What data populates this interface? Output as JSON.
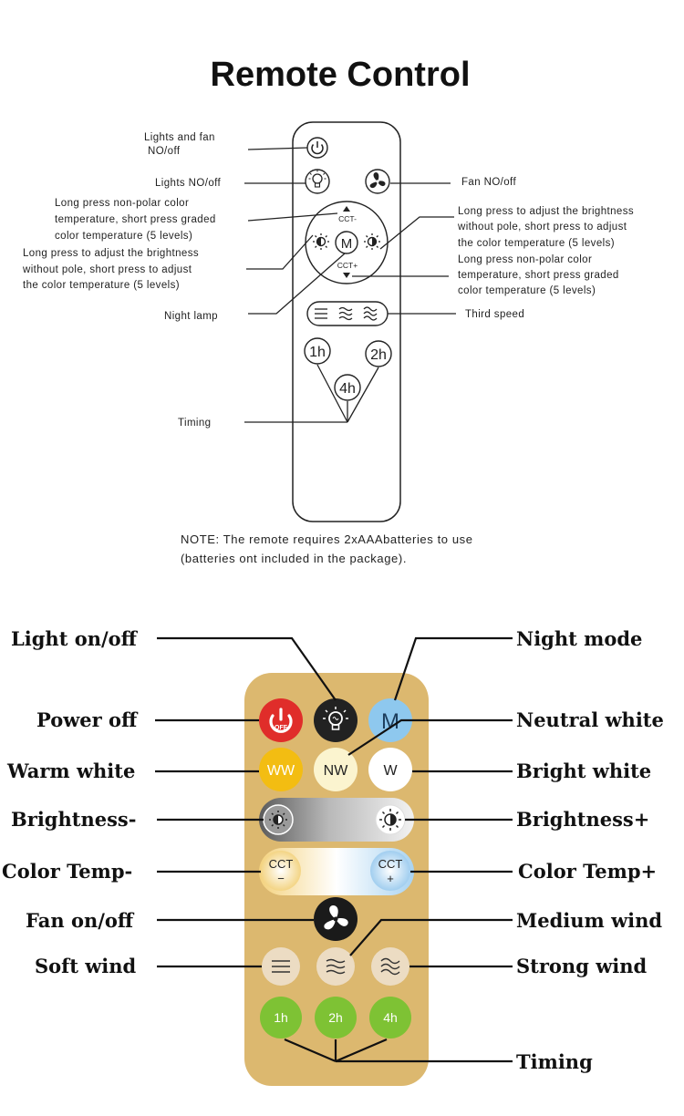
{
  "title": "Remote Control",
  "diagram1": {
    "labels_left": {
      "lights_fan": [
        "Lights and fan",
        "NO/off"
      ],
      "lights": "Lights NO/off",
      "cct_left": [
        "Long press non-polar color",
        "temperature, short press graded",
        "color temperature  (5 levels)"
      ],
      "bright_left": [
        "Long press to adjust the brightness",
        "without pole, short press to adjust",
        "the color temperature  (5 levels)"
      ],
      "night_lamp": "Night lamp",
      "timing": "Timing"
    },
    "labels_right": {
      "fan": "Fan NO/off",
      "bright_right": [
        "Long press to adjust the brightness",
        "without pole, short press to adjust",
        "the color temperature  (5 levels)"
      ],
      "cct_right": [
        "Long press non-polar color",
        "temperature, short press graded",
        "color temperature  (5 levels)"
      ],
      "third_speed": "Third speed"
    },
    "buttons": {
      "cct_minus": "CCT-",
      "cct_plus": "CCT+",
      "m": "M",
      "t1": "1h",
      "t2": "2h",
      "t4": "4h"
    },
    "note": [
      "NOTE: The remote requires 2xAAAbatteries to use",
      "(batteries ont included in the package)."
    ]
  },
  "diagram2": {
    "labels_left": {
      "light_onoff": "Light on/off",
      "power_off": "Power off",
      "warm_white": "Warm white",
      "brightness_minus": "Brightness-",
      "color_temp_minus": "Color Temp-",
      "fan_onoff": "Fan on/off",
      "soft_wind": "Soft wind"
    },
    "labels_right": {
      "night_mode": "Night mode",
      "neutral_white": "Neutral white",
      "bright_white": "Bright white",
      "brightness_plus": "Brightness+",
      "color_temp_plus": "Color Temp+",
      "medium_wind": "Medium wind",
      "strong_wind": "Strong wind",
      "timing": "Timing"
    },
    "buttons": {
      "off": "OFF",
      "m": "M",
      "ww": "WW",
      "nw": "NW",
      "w": "W",
      "cct_minus_top": "CCT",
      "cct_minus_bottom": "−",
      "cct_plus_top": "CCT",
      "cct_plus_bottom": "+",
      "t1": "1h",
      "t2": "2h",
      "t4": "4h"
    },
    "colors": {
      "body": "#dcb86f",
      "power": "#e02d2a",
      "m": "#8ec8ee",
      "ww": "#f3bd12",
      "nw": "#fbf4cf",
      "timer": "#7ec234",
      "wind": "#ecdcc3"
    }
  }
}
